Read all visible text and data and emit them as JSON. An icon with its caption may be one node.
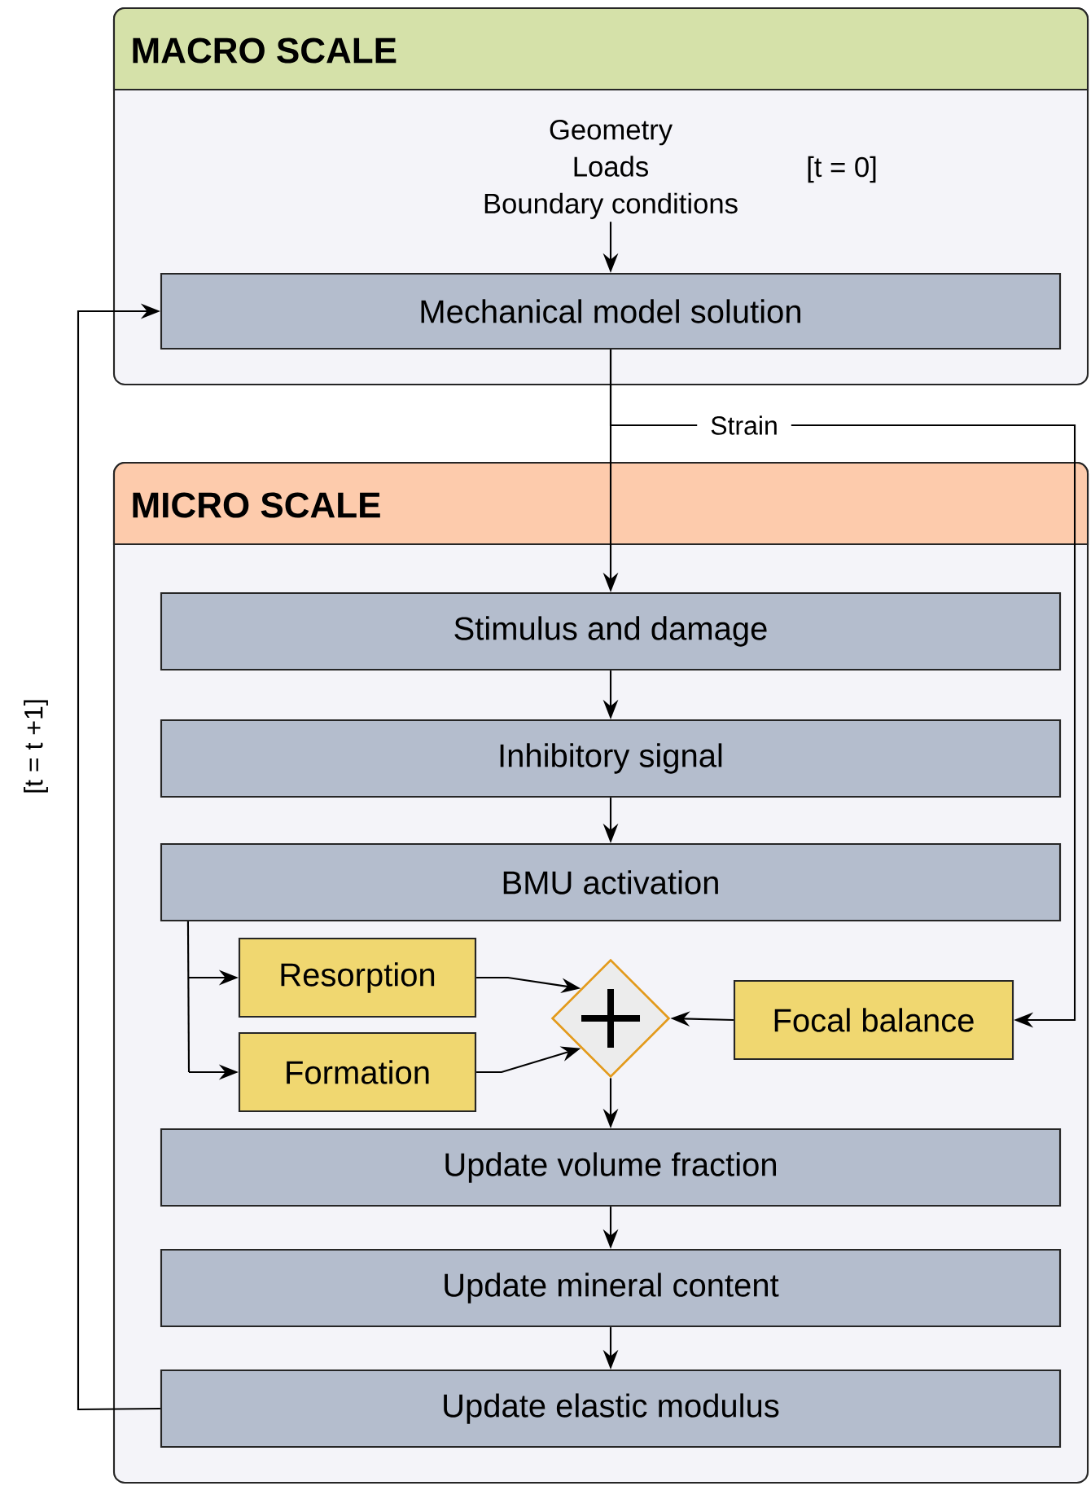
{
  "diagram": {
    "nodes": [
      {
        "text": [
          "MACRO SCALE"
        ]
      },
      {
        "text": [
          "Geometry",
          "Loads",
          "Boundary conditions"
        ],
        "in": 0
      },
      {
        "text": [
          "Mechanical model solution"
        ],
        "in": 0
      },
      {
        "text": [
          "MICRO SCALE"
        ]
      },
      {
        "text": [
          "Stimulus and damage"
        ],
        "in": 3
      },
      {
        "text": [
          "Inhibitory signal"
        ],
        "in": 3
      },
      {
        "text": [
          "BMU activation"
        ],
        "in": 3
      },
      {
        "text": [
          "Resorption"
        ],
        "in": 3
      },
      {
        "text": [
          "Formation"
        ],
        "in": 3
      },
      {
        "text": [],
        "shape": "diamond",
        "in": 3
      },
      {
        "text": [
          "Focal balance"
        ],
        "in": 3
      },
      {
        "text": [
          "Update volume fraction"
        ],
        "in": 3
      },
      {
        "text": [
          "Update mineral content"
        ],
        "in": 3
      },
      {
        "text": [
          "Update elastic modulus"
        ],
        "in": 3
      }
    ],
    "edges": [
      {
        "from": 1,
        "to": 2,
        "arrow": "to"
      },
      {
        "from": 2,
        "to": 4,
        "arrow": "to"
      },
      {
        "from": 2,
        "to": 10,
        "arrow": "to",
        "label": "Strain"
      },
      {
        "from": 4,
        "to": 5,
        "arrow": "to"
      },
      {
        "from": 5,
        "to": 6,
        "arrow": "to"
      },
      {
        "from": 6,
        "to": 7,
        "arrow": "to"
      },
      {
        "from": 6,
        "to": 8,
        "arrow": "to"
      },
      {
        "from": 7,
        "to": 9,
        "arrow": "to"
      },
      {
        "from": 8,
        "to": 9,
        "arrow": "to"
      },
      {
        "from": 10,
        "to": 9,
        "arrow": "to"
      },
      {
        "from": 9,
        "to": 11,
        "arrow": "to"
      },
      {
        "from": 11,
        "to": 12,
        "arrow": "to"
      },
      {
        "from": 12,
        "to": 13,
        "arrow": "to"
      },
      {
        "from": 13,
        "to": 2,
        "arrow": "to",
        "label": "[t = t +1]"
      }
    ],
    "labels": [
      "[t = 0]"
    ]
  }
}
